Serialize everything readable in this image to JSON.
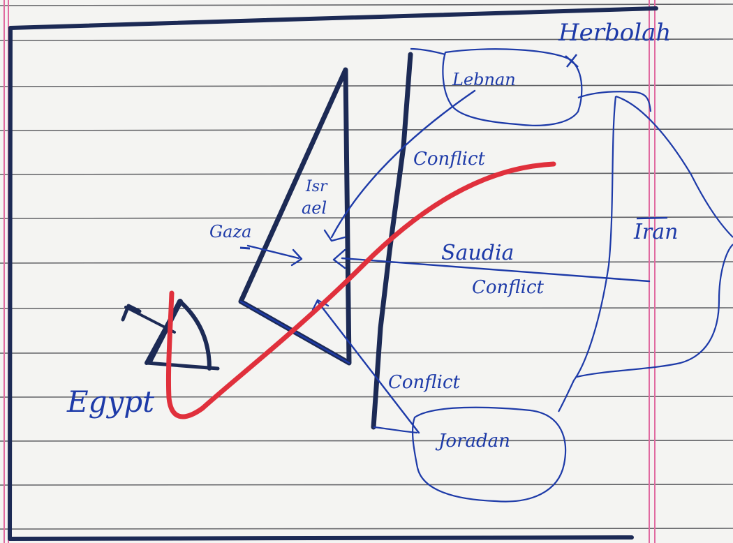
{
  "labels": {
    "hezbollah": "Herbolah",
    "lebanon": "Lebnan",
    "conflict_top": "Conflict",
    "israel_line1": "Isr",
    "israel_line2": "ael",
    "gaza": "Gaza",
    "saudia": "Saudia",
    "conflict_mid": "Conflict",
    "iran": "Iran",
    "conflict_bottom": "Conflict",
    "egypt": "Egypt",
    "jordan": "Joradan"
  },
  "colors": {
    "paper": "#f4f4f2",
    "rule_line": "#5f6064",
    "margin_line": "#e06aa0",
    "ink_blue": "#1d3aa8",
    "ink_dark": "#1c2a55",
    "marker_red": "#e0303c"
  }
}
